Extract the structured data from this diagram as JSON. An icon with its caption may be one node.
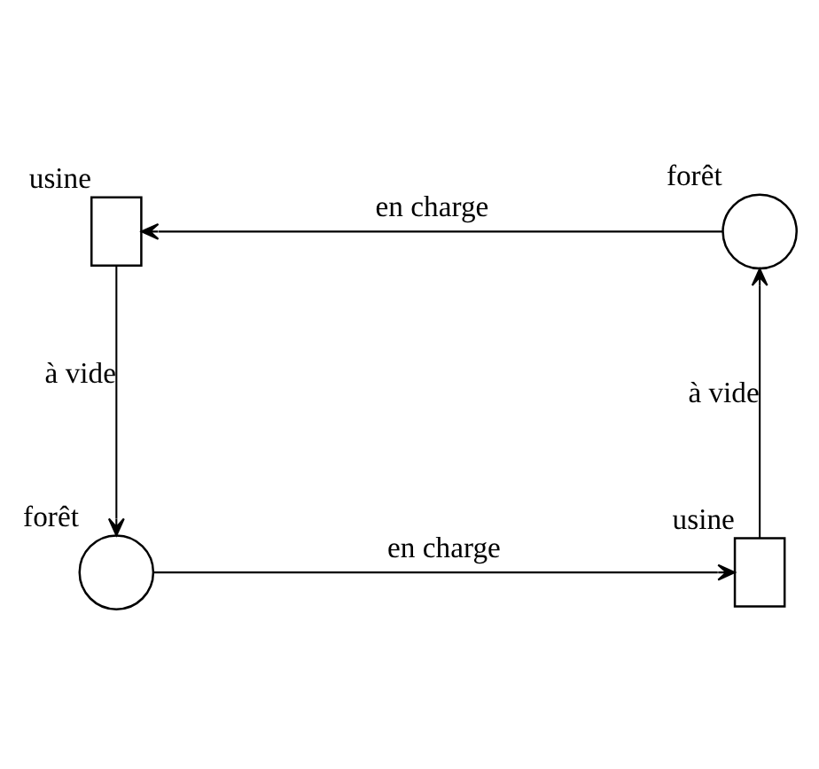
{
  "diagram": {
    "nodes": [
      {
        "text": [
          "usine"
        ]
      },
      {
        "text": [
          "forêt"
        ]
      },
      {
        "text": [
          "forêt"
        ]
      },
      {
        "text": [
          "usine"
        ]
      }
    ],
    "edges": [
      {
        "from": 1,
        "to": 0,
        "arrow": "to",
        "label": "en charge"
      },
      {
        "from": 0,
        "to": 2,
        "arrow": "to",
        "label": "à vide"
      },
      {
        "from": 2,
        "to": 3,
        "arrow": "to",
        "label": "en charge"
      },
      {
        "from": 3,
        "to": 1,
        "arrow": "to",
        "label": "à vide"
      }
    ]
  }
}
